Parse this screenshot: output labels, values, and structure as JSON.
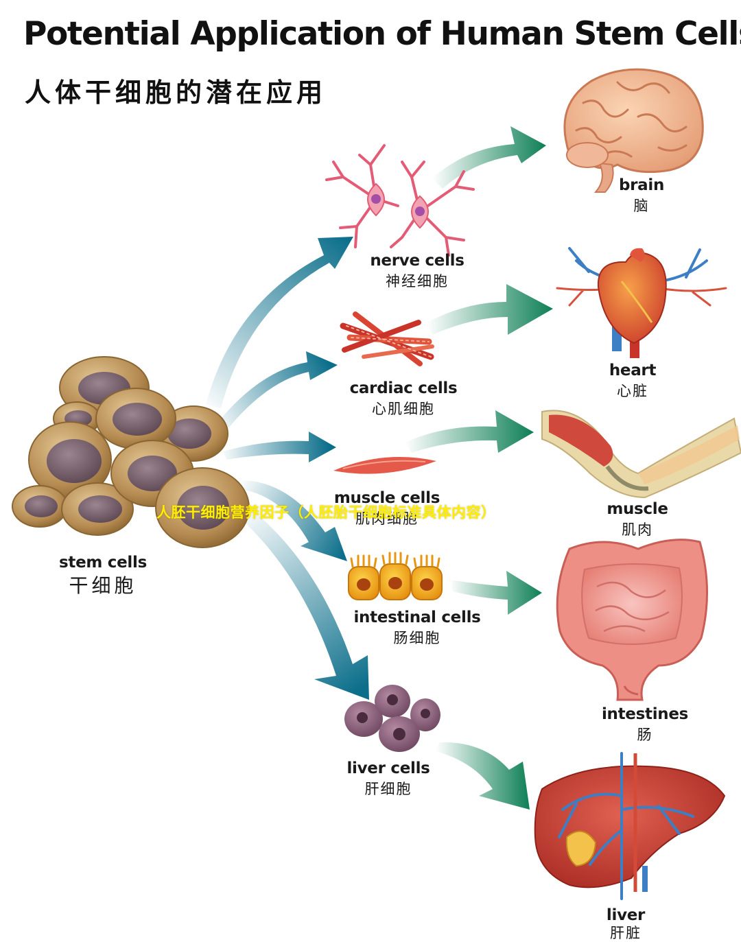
{
  "title_en": "Potential Application of Human Stem Cells",
  "title_zh": "人体干细胞的潜在应用",
  "watermark": "人胚干细胞营养因子（人胚胎干细胞标准具体内容）",
  "stem": {
    "en": "stem cells",
    "zh": "干细胞"
  },
  "cells": [
    {
      "en": "nerve cells",
      "zh": "神经细胞"
    },
    {
      "en": "cardiac cells",
      "zh": "心肌细胞"
    },
    {
      "en": "muscle cells",
      "zh": "肌肉细胞"
    },
    {
      "en": "intestinal cells",
      "zh": "肠细胞"
    },
    {
      "en": "liver cells",
      "zh": "肝细胞"
    }
  ],
  "organs": [
    {
      "en": "brain",
      "zh": "脑"
    },
    {
      "en": "heart",
      "zh": "心脏"
    },
    {
      "en": "muscle",
      "zh": "肌肉"
    },
    {
      "en": "intestines",
      "zh": "肠"
    },
    {
      "en": "liver",
      "zh": "肝脏"
    }
  ],
  "colors": {
    "arrow_teal": "#0b6e8a",
    "arrow_green": "#0d7f55",
    "stem_cell": "#b58b52",
    "stem_nucleus": "#7d6573",
    "nerve": "#e45b75",
    "muscle_fiber": "#d9432e",
    "intestinal_cell": "#f0a418",
    "liver_cell": "#8a5e76",
    "organ_pink": "#f08a7a",
    "liver": "#c7402f",
    "vessel_blue": "#3c7fc4"
  }
}
